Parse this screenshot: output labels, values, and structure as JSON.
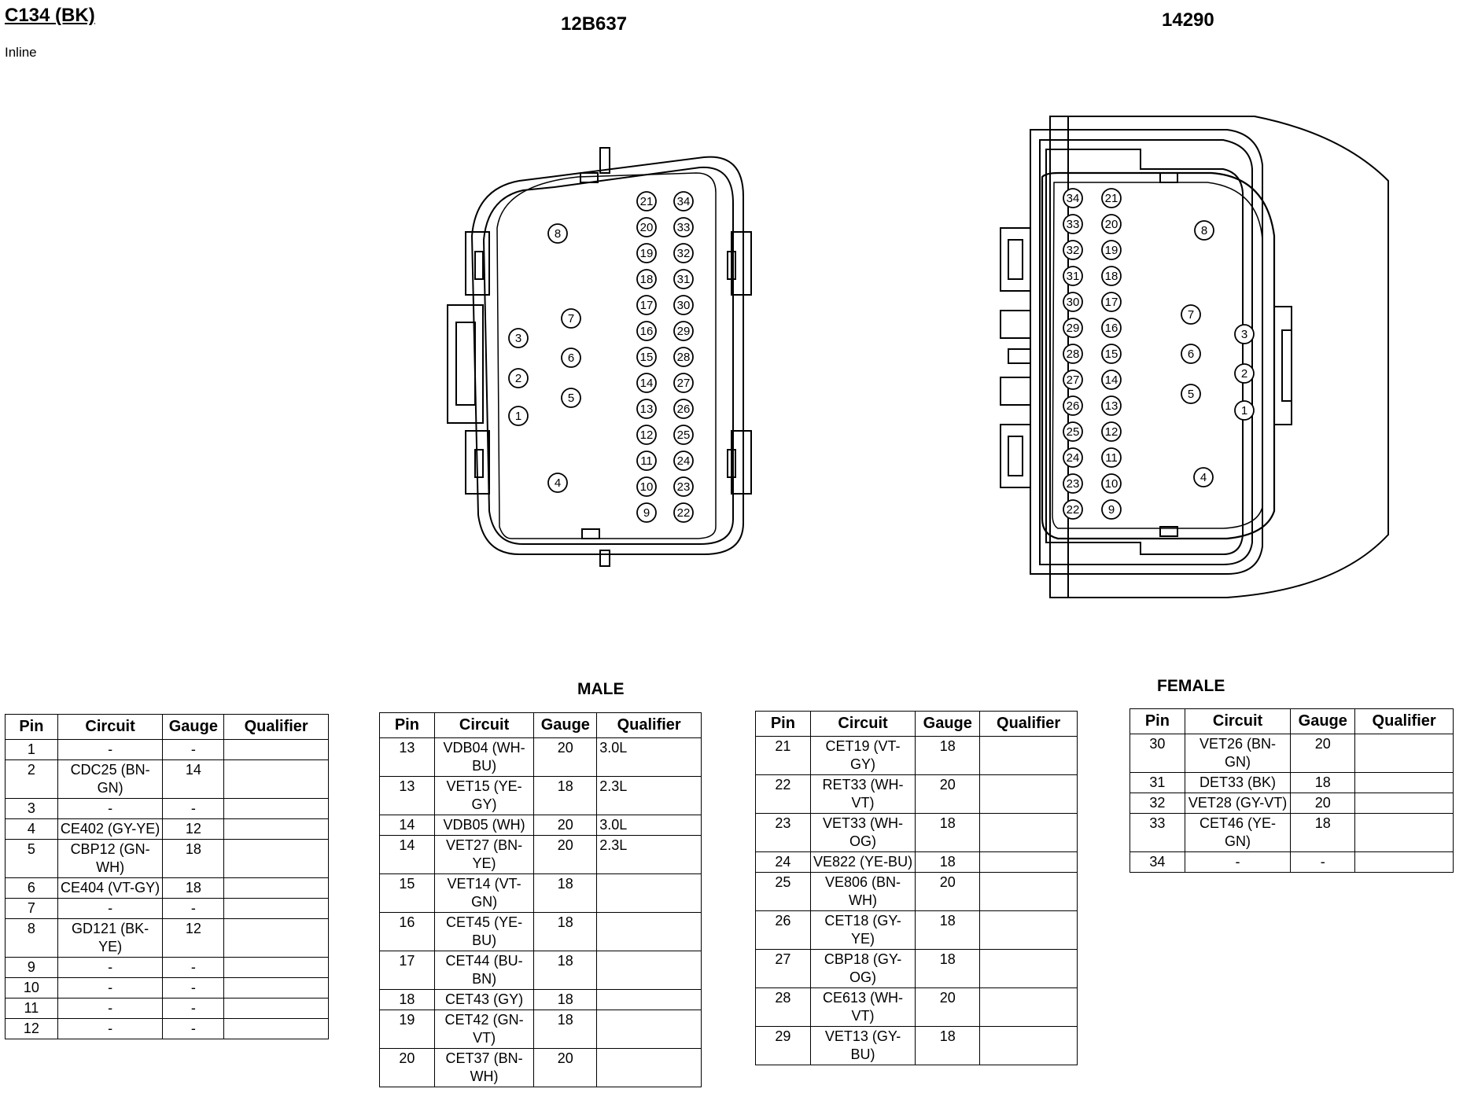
{
  "header": {
    "title": "C134 (BK)",
    "subtitle": "Inline",
    "part_left": "12B637",
    "part_right": "14290"
  },
  "labels": {
    "male": "MALE",
    "female": "FEMALE"
  },
  "columns": {
    "pin": "Pin",
    "circuit": "Circuit",
    "gauge": "Gauge",
    "qualifier": "Qualifier"
  },
  "pin_labels": {
    "singles": [
      "1",
      "2",
      "3",
      "4",
      "5",
      "6",
      "7",
      "8"
    ],
    "rowA": [
      "21",
      "20",
      "19",
      "18",
      "17",
      "16",
      "15",
      "14",
      "13",
      "12",
      "11",
      "10",
      "9"
    ],
    "rowB": [
      "34",
      "33",
      "32",
      "31",
      "30",
      "29",
      "28",
      "27",
      "26",
      "25",
      "24",
      "23",
      "22"
    ]
  },
  "tables": [
    {
      "rows": [
        {
          "pin": "1",
          "circuit": "-",
          "gauge": "-",
          "qualifier": ""
        },
        {
          "pin": "2",
          "circuit": "CDC25 (BN-GN)",
          "gauge": "14",
          "qualifier": ""
        },
        {
          "pin": "3",
          "circuit": "-",
          "gauge": "-",
          "qualifier": ""
        },
        {
          "pin": "4",
          "circuit": "CE402 (GY-YE)",
          "gauge": "12",
          "qualifier": ""
        },
        {
          "pin": "5",
          "circuit": "CBP12 (GN-WH)",
          "gauge": "18",
          "qualifier": ""
        },
        {
          "pin": "6",
          "circuit": "CE404 (VT-GY)",
          "gauge": "18",
          "qualifier": ""
        },
        {
          "pin": "7",
          "circuit": "-",
          "gauge": "-",
          "qualifier": ""
        },
        {
          "pin": "8",
          "circuit": "GD121 (BK-YE)",
          "gauge": "12",
          "qualifier": ""
        },
        {
          "pin": "9",
          "circuit": "-",
          "gauge": "-",
          "qualifier": ""
        },
        {
          "pin": "10",
          "circuit": "-",
          "gauge": "-",
          "qualifier": ""
        },
        {
          "pin": "11",
          "circuit": "-",
          "gauge": "-",
          "qualifier": ""
        },
        {
          "pin": "12",
          "circuit": "-",
          "gauge": "-",
          "qualifier": ""
        }
      ]
    },
    {
      "rows": [
        {
          "pin": "13",
          "circuit": "VDB04 (WH-BU)",
          "gauge": "20",
          "qualifier": "3.0L"
        },
        {
          "pin": "13",
          "circuit": "VET15 (YE-GY)",
          "gauge": "18",
          "qualifier": "2.3L"
        },
        {
          "pin": "14",
          "circuit": "VDB05 (WH)",
          "gauge": "20",
          "qualifier": "3.0L"
        },
        {
          "pin": "14",
          "circuit": "VET27 (BN-YE)",
          "gauge": "20",
          "qualifier": "2.3L"
        },
        {
          "pin": "15",
          "circuit": "VET14 (VT-GN)",
          "gauge": "18",
          "qualifier": ""
        },
        {
          "pin": "16",
          "circuit": "CET45 (YE-BU)",
          "gauge": "18",
          "qualifier": ""
        },
        {
          "pin": "17",
          "circuit": "CET44 (BU-BN)",
          "gauge": "18",
          "qualifier": ""
        },
        {
          "pin": "18",
          "circuit": "CET43 (GY)",
          "gauge": "18",
          "qualifier": ""
        },
        {
          "pin": "19",
          "circuit": "CET42 (GN-VT)",
          "gauge": "18",
          "qualifier": ""
        },
        {
          "pin": "20",
          "circuit": "CET37 (BN-WH)",
          "gauge": "20",
          "qualifier": ""
        }
      ]
    },
    {
      "rows": [
        {
          "pin": "21",
          "circuit": "CET19 (VT-GY)",
          "gauge": "18",
          "qualifier": ""
        },
        {
          "pin": "22",
          "circuit": "RET33 (WH-VT)",
          "gauge": "20",
          "qualifier": ""
        },
        {
          "pin": "23",
          "circuit": "VET33 (WH-OG)",
          "gauge": "18",
          "qualifier": ""
        },
        {
          "pin": "24",
          "circuit": "VE822 (YE-BU)",
          "gauge": "18",
          "qualifier": ""
        },
        {
          "pin": "25",
          "circuit": "VE806 (BN-WH)",
          "gauge": "20",
          "qualifier": ""
        },
        {
          "pin": "26",
          "circuit": "CET18 (GY-YE)",
          "gauge": "18",
          "qualifier": ""
        },
        {
          "pin": "27",
          "circuit": "CBP18 (GY-OG)",
          "gauge": "18",
          "qualifier": ""
        },
        {
          "pin": "28",
          "circuit": "CE613 (WH-VT)",
          "gauge": "20",
          "qualifier": ""
        },
        {
          "pin": "29",
          "circuit": "VET13 (GY-BU)",
          "gauge": "18",
          "qualifier": ""
        }
      ]
    },
    {
      "rows": [
        {
          "pin": "30",
          "circuit": "VET26 (BN-GN)",
          "gauge": "20",
          "qualifier": ""
        },
        {
          "pin": "31",
          "circuit": "DET33 (BK)",
          "gauge": "18",
          "qualifier": ""
        },
        {
          "pin": "32",
          "circuit": "VET28 (GY-VT)",
          "gauge": "20",
          "qualifier": ""
        },
        {
          "pin": "33",
          "circuit": "CET46 (YE-GN)",
          "gauge": "18",
          "qualifier": ""
        },
        {
          "pin": "34",
          "circuit": "-",
          "gauge": "-",
          "qualifier": ""
        }
      ]
    }
  ]
}
